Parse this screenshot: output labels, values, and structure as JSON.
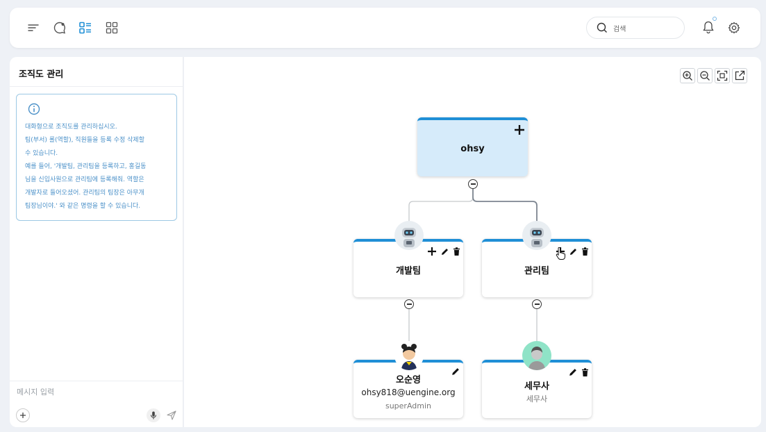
{
  "header": {
    "search_placeholder": "검색",
    "icons": [
      "menu-icon",
      "chat-icon",
      "list-view-icon",
      "grid-view-icon",
      "search-icon",
      "bell-icon",
      "gear-icon"
    ]
  },
  "sidebar": {
    "title": "조직도 관리",
    "info_lines": [
      "대화형으로 조직도를 관리하십시오.",
      "팀(부서) 롤(역할), 직원들을 등록 수정 삭제할",
      "수 있습니다.",
      "예를 들어, '개발팀, 관리팀을 등록하고, 홍길동",
      "님을 신입사원으로 관리팀에 등록해줘. 역할은",
      "개발자로 들어오셨어. 관리팀의 팀장은 아무개",
      "팀장님이야.' 와 같은 명령을 할 수 있습니다."
    ],
    "message_placeholder": "메시지 입력"
  },
  "orgchart": {
    "root": {
      "name": "ohsy"
    },
    "teams": [
      {
        "name": "개발팀"
      },
      {
        "name": "관리팀"
      }
    ],
    "members": [
      {
        "name": "오순영",
        "email": "ohsy818@uengine.org",
        "role": "superAdmin"
      },
      {
        "name": "세무사",
        "role": "세무사"
      }
    ]
  },
  "colors": {
    "accent": "#1f8fd6",
    "root_fill": "#d6ebfa",
    "info_text": "#4a90c8"
  }
}
